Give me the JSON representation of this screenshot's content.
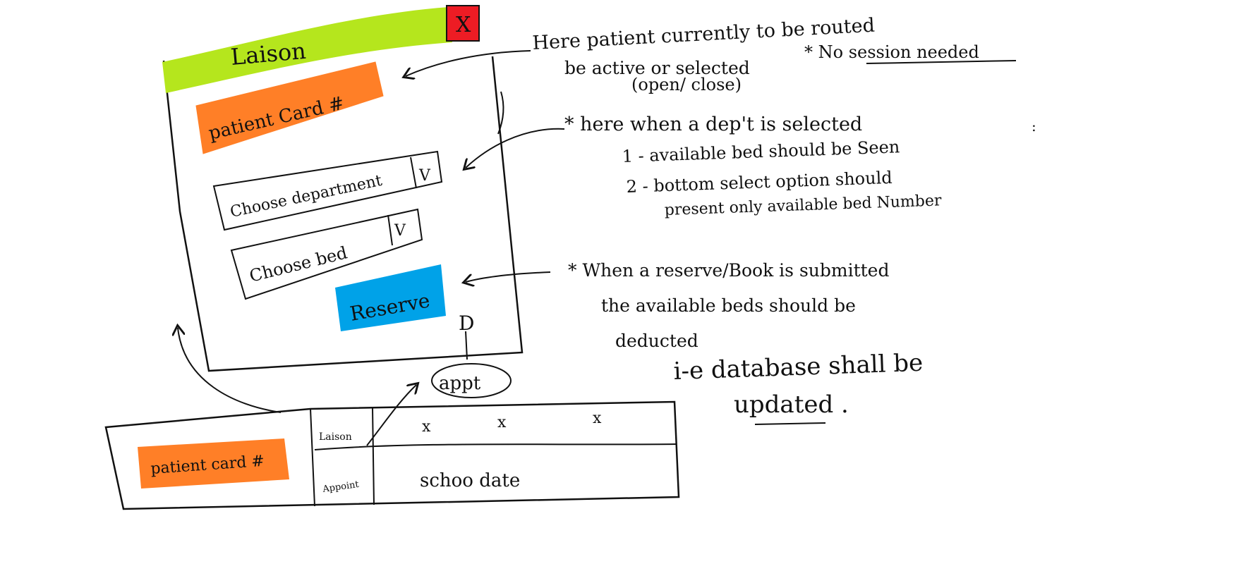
{
  "dialog": {
    "title": "Laison",
    "close_label": "X",
    "patient_card_label": "patient Card #",
    "department_select": {
      "value": "Choose department",
      "arrow": "V"
    },
    "bed_select": {
      "value": "Choose bed",
      "arrow": "V"
    },
    "reserve_label": "Reserve"
  },
  "appt_bubble": {
    "label": "appt",
    "marker": "D"
  },
  "bottom_panel": {
    "patient_card_label": "patient card #",
    "rows": [
      {
        "label": "Laison",
        "cells": [
          "x",
          "x",
          "x"
        ]
      },
      {
        "label": "Appoint",
        "cells": [
          "schoo date"
        ]
      }
    ]
  },
  "notes": {
    "patient_note": {
      "lines": [
        "Here patient currently to be routed",
        "be active or selected",
        "(open/ close)"
      ],
      "extra": "* No session needed"
    },
    "dept_note": {
      "title": "* here when a dep't is selected",
      "items": [
        "1 - available bed should be Seen",
        "2 - bottom select option should",
        "present only available bed Number"
      ]
    },
    "reserve_note": {
      "lines": [
        "* When a reserve/Book is submitted",
        "the available beds should be",
        "deducted"
      ],
      "db_line1": "i-e database shall be",
      "db_line2": "updated ."
    }
  },
  "colors": {
    "title_bar": "#b5e61d",
    "close": "#ed1c24",
    "patient_card": "#ff7f27",
    "reserve": "#00a2e8",
    "ink": "#111111"
  }
}
